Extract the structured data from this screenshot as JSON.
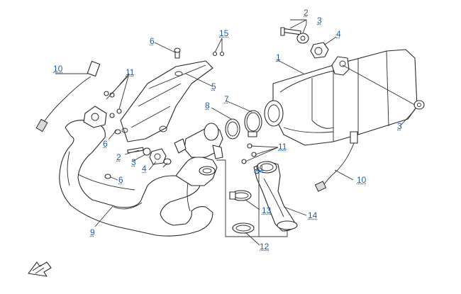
{
  "diagram": {
    "callouts": [
      "1",
      "2",
      "3",
      "4",
      "2",
      "3",
      "4",
      "3",
      "5",
      "6",
      "6",
      "6",
      "7",
      "8",
      "9",
      "10",
      "10",
      "11",
      "11",
      "11",
      "12",
      "13",
      "14",
      "15"
    ],
    "colors": {
      "callout": "#1f5fa8",
      "line": "#2a2a2a",
      "shade": "#d9d9d9"
    },
    "icons": {
      "orientation": "direction-arrow-icon"
    }
  }
}
